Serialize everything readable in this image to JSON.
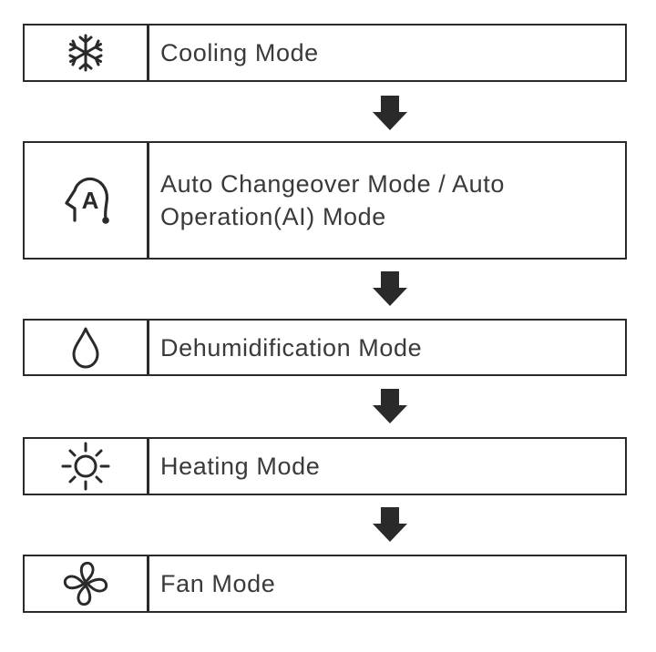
{
  "flow": {
    "modes": [
      {
        "id": "cooling",
        "label": "Cooling Mode",
        "icon": "snowflake-icon"
      },
      {
        "id": "auto",
        "label": "Auto Changeover Mode / Auto\nOperation(AI) Mode",
        "icon": "auto-mode-icon",
        "icon_letter": "A"
      },
      {
        "id": "dehumidification",
        "label": "Dehumidification Mode",
        "icon": "water-drop-icon"
      },
      {
        "id": "heating",
        "label": "Heating Mode",
        "icon": "sun-icon"
      },
      {
        "id": "fan",
        "label": "Fan Mode",
        "icon": "fan-icon"
      }
    ],
    "arrow_icon": "arrow-down-icon",
    "colors": {
      "line": "#2a2a2a",
      "text": "#3a3a3a",
      "background": "#ffffff"
    }
  }
}
